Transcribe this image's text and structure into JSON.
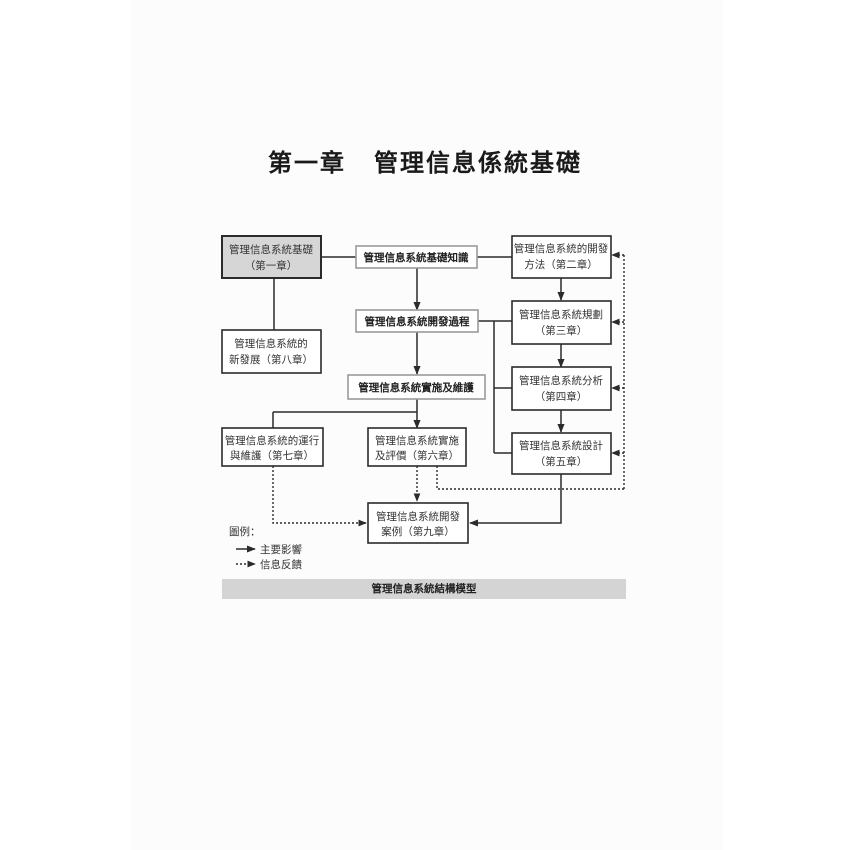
{
  "page": {
    "chapter_number": "第一章",
    "chapter_title": "管理信息係統基礎"
  },
  "diagram": {
    "caption": "管理信息系統結構模型",
    "nodes": {
      "foundation": {
        "line1": "管理信息系統基礎",
        "line2": "（第一章）"
      },
      "basic_knowledge": {
        "label": "管理信息系統基礎知識"
      },
      "dev_methods": {
        "line1": "管理信息系統的開發",
        "line2": "方法（第二章）"
      },
      "dev_process": {
        "label": "管理信息系統開發過程"
      },
      "planning": {
        "line1": "管理信息系統規劃",
        "line2": "（第三章）"
      },
      "new_development": {
        "line1": "管理信息系統的",
        "line2": "新發展（第八章）"
      },
      "impl_maint": {
        "label": "管理信息系統實施及維護"
      },
      "analysis": {
        "line1": "管理信息系統分析",
        "line2": "（第四章）"
      },
      "operation": {
        "line1": "管理信息系統的運行",
        "line2": "與維護（第七章）"
      },
      "implementation": {
        "line1": "管理信息系統實施",
        "line2": "及評價（第六章）"
      },
      "design": {
        "line1": "管理信息系統設計",
        "line2": "（第五章）"
      },
      "case_study": {
        "line1": "管理信息系統開發",
        "line2": "案例（第九章）"
      }
    },
    "legend": {
      "title": "圖例：",
      "solid_label": "主要影響",
      "dashed_label": "信息反饋"
    }
  }
}
